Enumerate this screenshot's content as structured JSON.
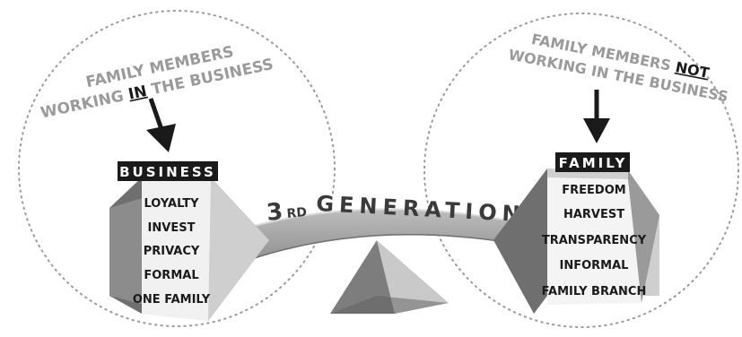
{
  "left": {
    "heading_line1": "FAMILY MEMBERS",
    "heading_line2_prefix": "WORKING ",
    "heading_line2_emphasis": "IN",
    "heading_line2_suffix": " THE BUSINESS",
    "tag": "BUSINESS",
    "items": [
      "LOYALTY",
      "INVEST",
      "PRIVACY",
      "FORMAL",
      "ONE FAMILY"
    ]
  },
  "right": {
    "heading_line1_prefix": "FAMILY MEMBERS ",
    "heading_line1_emphasis": "NOT",
    "heading_line2": "WORKING IN THE BUSINESS",
    "tag": "FAMILY",
    "items": [
      "FREEDOM",
      "HARVEST",
      "TRANSPARENCY",
      "INFORMAL",
      "FAMILY BRANCH"
    ]
  },
  "center": {
    "generation_number": "3",
    "generation_suffix": "RD",
    "generation_word": "GENERATION"
  }
}
